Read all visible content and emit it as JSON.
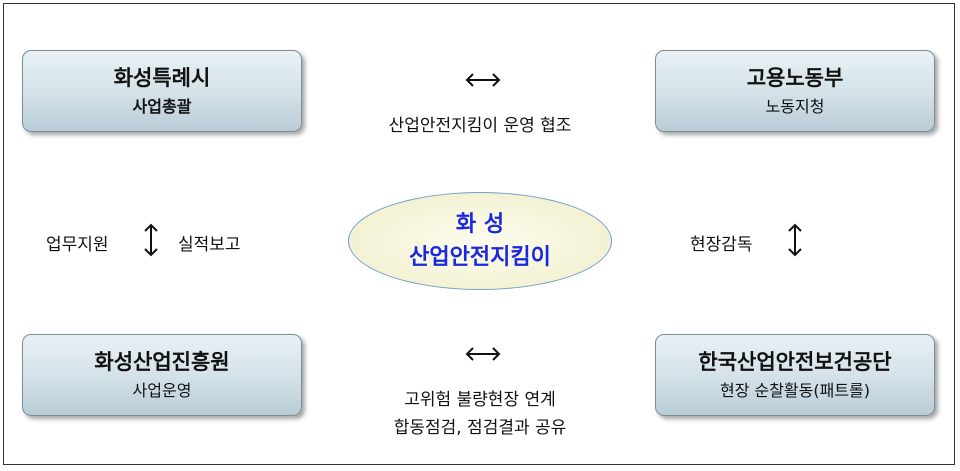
{
  "nodes": {
    "top_left": {
      "title": "화성특례시",
      "sub": "사업총괄"
    },
    "top_right": {
      "title": "고용노동부",
      "sub": "노동지청"
    },
    "bottom_left": {
      "title": "화성산업진흥원",
      "sub": "사업운영"
    },
    "bottom_right": {
      "title": "한국산업안전보건공단",
      "sub": "현장 순찰활동(패트롤)"
    },
    "center": {
      "line1": "화 성",
      "line2": "산업안전지킴이"
    }
  },
  "relations": {
    "top": "산업안전지킴이 운영 협조",
    "left_up": "업무지원",
    "left_down": "실적보고",
    "right": "현장감독",
    "bottom_line1": "고위험 불량현장 연계",
    "bottom_line2": "합동점검, 점검결과 공유"
  },
  "colors": {
    "center_text": "#1a28e0",
    "box_fill": "#d3e1e8",
    "ellipse_fill": "#f3f2d4"
  }
}
